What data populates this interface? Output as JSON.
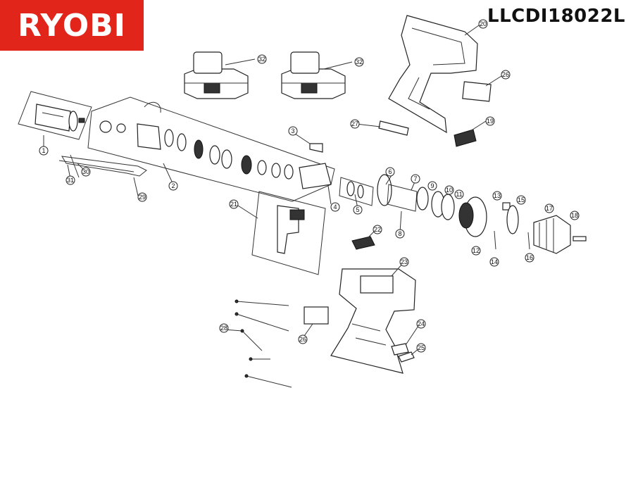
{
  "brand": {
    "logo_text": "RYOBI",
    "color": "#e1251b"
  },
  "model": "LLCDI18022L",
  "callouts": [
    "1",
    "2",
    "3",
    "4",
    "5",
    "6",
    "7",
    "8",
    "9",
    "10",
    "11",
    "12",
    "13",
    "14",
    "15",
    "16",
    "17",
    "18",
    "19",
    "20",
    "21",
    "22",
    "23",
    "24",
    "25",
    "26",
    "26",
    "27",
    "28",
    "29",
    "30",
    "31",
    "32",
    "32"
  ]
}
